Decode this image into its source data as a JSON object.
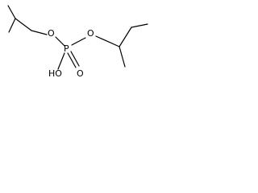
{
  "molecule": {
    "atoms": {
      "o_left": "O",
      "phosphorus": "P",
      "o_right": "O",
      "hydroxyl": "HO",
      "o_double": "O"
    }
  }
}
